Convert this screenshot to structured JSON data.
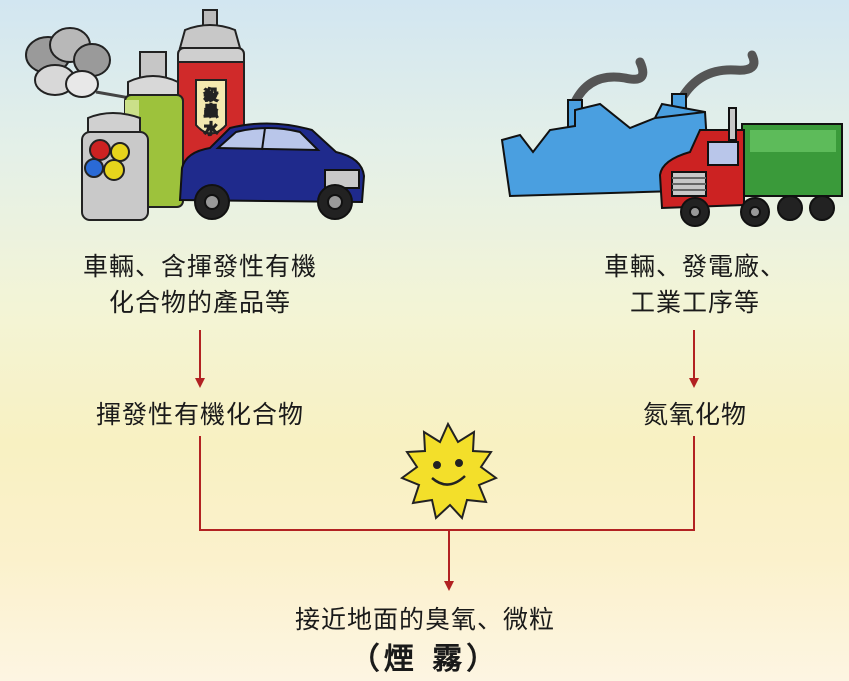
{
  "diagram": {
    "left_source": {
      "line1": "車輛、含揮發性有機",
      "line2": "化合物的產品等",
      "spray_can_label": "殺蟲水"
    },
    "right_source": {
      "line1": "車輛、發電廠、",
      "line2": "工業工序等"
    },
    "left_pollutant": "揮發性有機化合物",
    "right_pollutant": "氮氧化物",
    "result": "接近地面的臭氧、微粒",
    "result_sub": "（煙 霧）"
  },
  "colors": {
    "arrow": "#b22222",
    "factory": "#4a9fe0",
    "truck_cab": "#cc2222",
    "trailer": "#3a9a3a",
    "car": "#1f2a8c",
    "sun": "#f3df2a"
  },
  "icons": {
    "sun": "smiling-sun-icon",
    "car": "car-icon",
    "truck": "truck-icon",
    "factory": "factory-icon"
  }
}
